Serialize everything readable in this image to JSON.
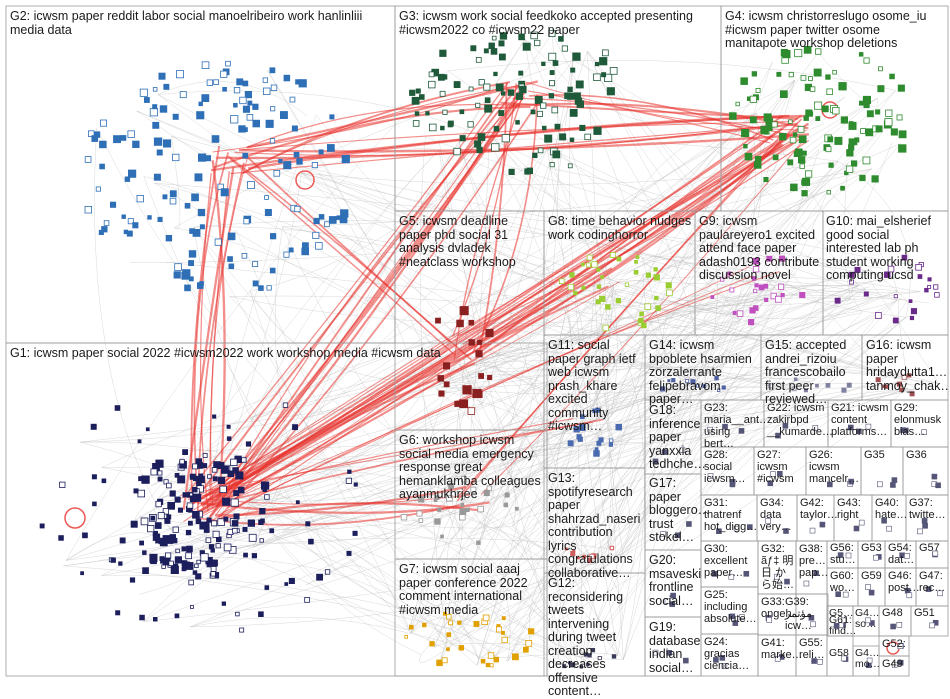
{
  "colors": {
    "background": "#ffffff",
    "cell_border": "#9a9a9a",
    "edge_gray": "#b8b8b8",
    "edge_red": "#e8302a",
    "G1": "#1c1f5c",
    "G2": "#2f6fb6",
    "G3": "#1f5a3a",
    "G4": "#2e8b2e",
    "G5": "#8b2020",
    "G6": "#a0a0a0",
    "G7": "#e0a000",
    "G8": "#9acd32",
    "G9": "#c050c0",
    "G10": "#6a2a8a",
    "G11": "#4a6ab0",
    "small": "#555577"
  },
  "groups": [
    {
      "id": "G1",
      "label": "G1: icwsm paper social 2022 #icwsm2022 work workshop media #icwsm data"
    },
    {
      "id": "G2",
      "label": "G2: icwsm paper reddit labor social manoelribeiro work hanlinliii media data"
    },
    {
      "id": "G3",
      "label": "G3: icwsm work social feedkoko accepted presenting #icwsm2022 co #icwsm22 paper"
    },
    {
      "id": "G4",
      "label": "G4: icwsm christorreslugo osome_iu #icwsm paper twitter osome manitapote workshop deletions"
    },
    {
      "id": "G5",
      "label": "G5: icwsm deadline paper phd social 31 analysis dvladek #neatclass workshop"
    },
    {
      "id": "G6",
      "label": "G6: workshop icwsm social media emergency response great hemanklamba colleagues ayanmukhrjee"
    },
    {
      "id": "G7",
      "label": "G7: icwsm social aaaj paper conference 2022 comment international #icwsm media"
    },
    {
      "id": "G8",
      "label": "G8: time behavior nudges work codinghorror"
    },
    {
      "id": "G9",
      "label": "G9: icwsm paulareyero1 excited attend face paper adash0193 contribute discussion novel"
    },
    {
      "id": "G10",
      "label": "G10: mai_elsherief good social interested lab ph student working computing ucsd"
    },
    {
      "id": "G11",
      "label": "G11: social paper graph ietf web icwsm prash_khare excited community #icwsm…"
    },
    {
      "id": "G12",
      "label": "G12: reconsidering tweets intervening during tweet creation decreases offensive content…"
    },
    {
      "id": "G13",
      "label": "G13: spotifyresearch paper shahrzad_naseri contribution lyrics congratulations collaborative…"
    },
    {
      "id": "G14",
      "label": "G14: icwsm bpoblete hsarmien zorzalerrante felipebravom paper…"
    },
    {
      "id": "G15",
      "label": "G15: accepted andrei_rizoiu francescobailo first peer reviewed…"
    },
    {
      "id": "G16",
      "label": "G16: icwsm paper hridaydutta1… tanmoy_chak…"
    },
    {
      "id": "G17",
      "label": "G17: paper bloggero… trust stokel…"
    },
    {
      "id": "G18",
      "label": "G18: inference paper yanxxia tedhche…"
    },
    {
      "id": "G19",
      "label": "G19: database indian social…"
    },
    {
      "id": "G20",
      "label": "G20: msaveski frontline social…"
    },
    {
      "id": "G21",
      "label": "G21: icwsm content platforms…"
    },
    {
      "id": "G22",
      "label": "G22: icwsm zakirbpd __kumarde…"
    },
    {
      "id": "G23",
      "label": "G23: maria__ant… using bert…"
    },
    {
      "id": "G24",
      "label": "G24: gracias ciencia…"
    },
    {
      "id": "G25",
      "label": "G25: including absolute…"
    },
    {
      "id": "G26",
      "label": "G26: icwsm mancelr…"
    },
    {
      "id": "G27",
      "label": "G27: icwsm #icwsm"
    },
    {
      "id": "G28",
      "label": "G28: social icwsm…"
    },
    {
      "id": "G29",
      "label": "G29: elonmusk bias…"
    },
    {
      "id": "G30",
      "label": "G30: excellent paper…"
    },
    {
      "id": "G31",
      "label": "G31: thatrenf hot_digg…"
    },
    {
      "id": "G32",
      "label": "G32: ãƒ‡ 明日 から始…"
    },
    {
      "id": "G33",
      "label": "G33: ongeh…"
    },
    {
      "id": "G34",
      "label": "G34: data very…"
    },
    {
      "id": "G35",
      "label": "G35"
    },
    {
      "id": "G36",
      "label": "G36"
    },
    {
      "id": "G37",
      "label": "G37: twitte…"
    },
    {
      "id": "G38",
      "label": "G38: pre… pap…"
    },
    {
      "id": "G39",
      "label": "G39: مؤتمر icw…"
    },
    {
      "id": "G40",
      "label": "G40: hate…"
    },
    {
      "id": "G41",
      "label": "G41: marke…"
    },
    {
      "id": "G42",
      "label": "G42: taylor…"
    },
    {
      "id": "G43",
      "label": "G43: right"
    },
    {
      "id": "G44",
      "label": "G4… so…"
    },
    {
      "id": "G45",
      "label": "G4… mo…"
    },
    {
      "id": "G46",
      "label": "G46: post…"
    },
    {
      "id": "G47",
      "label": "G47: rec…"
    },
    {
      "id": "G48",
      "label": "G48"
    },
    {
      "id": "G49",
      "label": "G49"
    },
    {
      "id": "G50",
      "label": "G5…"
    },
    {
      "id": "G51",
      "label": "G51"
    },
    {
      "id": "G52",
      "label": "G52:"
    },
    {
      "id": "G53",
      "label": "G53"
    },
    {
      "id": "G54",
      "label": "G54: dat…"
    },
    {
      "id": "G55",
      "label": "G55: reli…"
    },
    {
      "id": "G56",
      "label": "G56: stu…"
    },
    {
      "id": "G57",
      "label": "G57"
    },
    {
      "id": "G58",
      "label": "G58"
    },
    {
      "id": "G59",
      "label": "G59"
    },
    {
      "id": "G60",
      "label": "G60: wo…"
    },
    {
      "id": "G61",
      "label": "G61: find…"
    }
  ]
}
